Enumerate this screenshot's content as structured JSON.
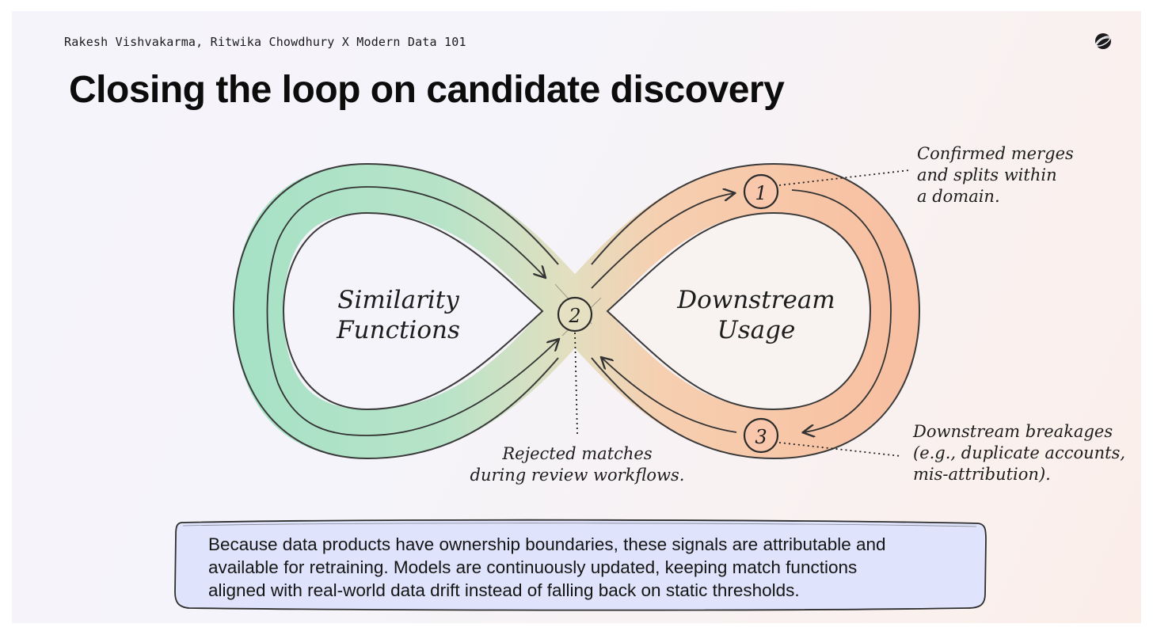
{
  "header": {
    "credit": "Rakesh Vishvakarma, Ritwika Chowdhury X Modern Data 101",
    "logo_icon": "globe-icon"
  },
  "title": "Closing the loop on candidate discovery",
  "diagram": {
    "left_loop_label": [
      "Similarity",
      "Functions"
    ],
    "right_loop_label": [
      "Downstream",
      "Usage"
    ],
    "markers": [
      {
        "number": "1",
        "annotation": [
          "Confirmed merges",
          "and splits within",
          "a domain."
        ]
      },
      {
        "number": "2",
        "annotation": [
          "Rejected matches",
          "during review workflows."
        ]
      },
      {
        "number": "3",
        "annotation": [
          "Downstream breakages",
          "(e.g., duplicate accounts,",
          "mis-attribution)."
        ]
      }
    ],
    "colors": {
      "left_loop": "#a9e3c8",
      "right_loop": "#f9c3a4",
      "outline": "#3a3a3a"
    }
  },
  "summary": {
    "lines": [
      "Because data products have ownership boundaries, these signals are attributable and",
      "available for retraining. Models are continuously updated, keeping match functions",
      "aligned with real-world data drift instead of falling back on static thresholds."
    ],
    "background": "#dfe3fb"
  }
}
